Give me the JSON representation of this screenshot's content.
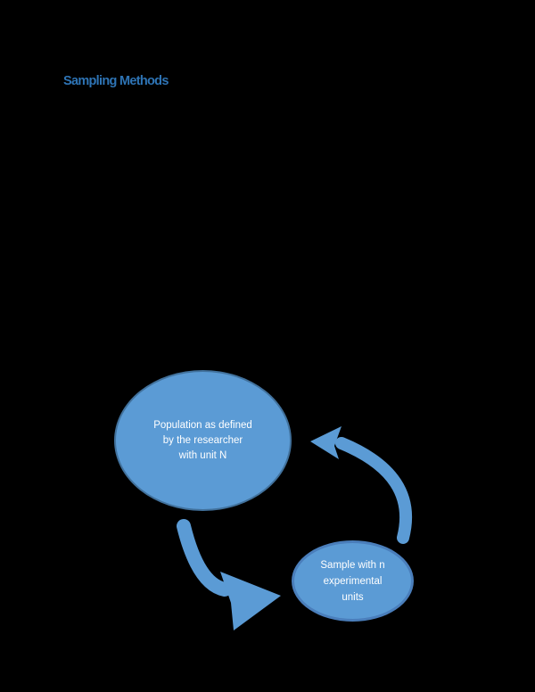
{
  "page": {
    "background_color": "#000000"
  },
  "heading": {
    "text": "Sampling Methods",
    "color": "#2E74B5"
  },
  "diagram": {
    "population_node": {
      "label": "Population as defined\nby the researcher\nwith unit N",
      "fill_color": "#5B9BD5",
      "border_color": "#41719C",
      "text_color": "#FFFFFF"
    },
    "sample_node": {
      "label": "Sample with n\nexperimental\nunits",
      "fill_color": "#5B9BD5",
      "border_color": "#4A7EBB",
      "text_color": "#FFFFFF"
    },
    "arrows": {
      "color": "#5B9BD5",
      "down_arrow_meaning": "population to sample",
      "up_arrow_meaning": "sample to population"
    }
  }
}
